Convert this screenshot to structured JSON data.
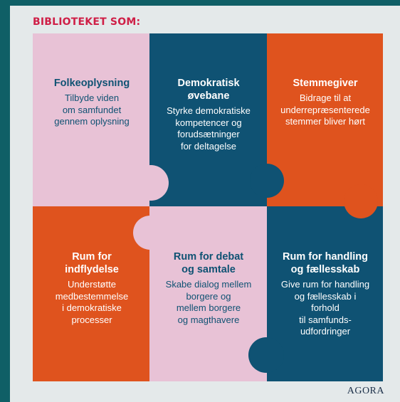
{
  "heading": "BIBLIOTEKET SOM:",
  "colors": {
    "pink": "#e8c2d6",
    "navy": "#0f5273",
    "orange": "#df531e",
    "frame": "#0f5f66",
    "card": "#e4e9ea",
    "heading": "#cf1f47"
  },
  "pieces": [
    {
      "title": "Folkeoplysning",
      "desc": [
        "Tilbyde viden",
        "om samfundet",
        "gennem oplysning"
      ],
      "color": "pink"
    },
    {
      "title": [
        "Demokratisk",
        "øvebane"
      ],
      "desc": [
        "Styrke demokratiske",
        "kompetencer og",
        "forudsætninger",
        "for deltagelse"
      ],
      "color": "navy"
    },
    {
      "title": "Stemmegiver",
      "desc": [
        "Bidrage til at",
        "underrepræsenterede",
        "stemmer bliver hørt"
      ],
      "color": "orange"
    },
    {
      "title": [
        "Rum for",
        "indflydelse"
      ],
      "desc": [
        "Understøtte",
        "medbestemmelse",
        "i demokratiske",
        "processer"
      ],
      "color": "orange"
    },
    {
      "title": [
        "Rum for debat",
        "og samtale"
      ],
      "desc": [
        "Skabe dialog mellem",
        "borgere og",
        "mellem borgere",
        "og magthavere"
      ],
      "color": "pink"
    },
    {
      "title": [
        "Rum for handling",
        "og fællesskab"
      ],
      "desc": [
        "Give rum for handling",
        "og fællesskab i",
        "forhold",
        "til samfunds-",
        "udfordringer"
      ],
      "color": "navy"
    }
  ],
  "footer": {
    "logo": "AGORA"
  }
}
